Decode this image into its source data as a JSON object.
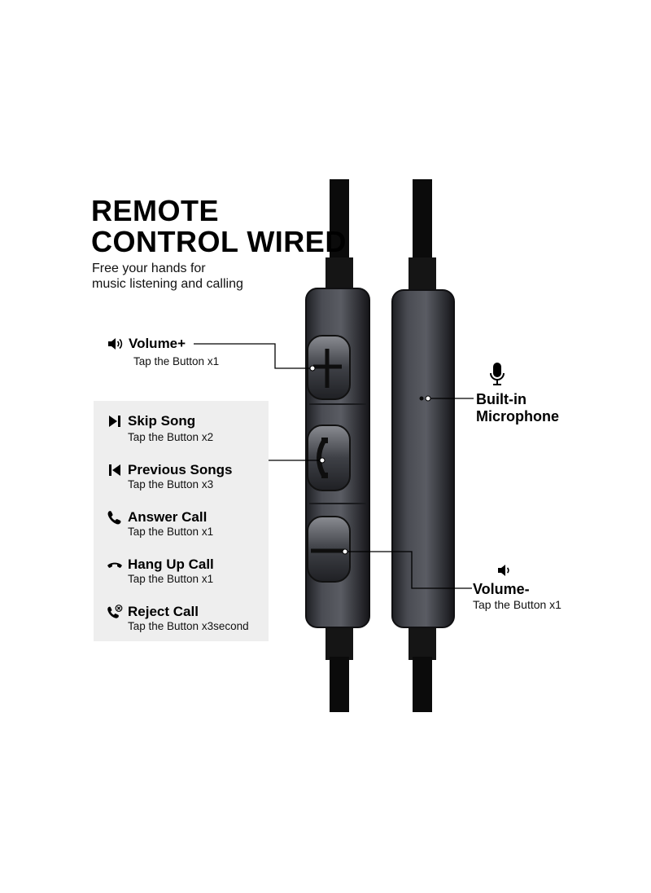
{
  "header": {
    "title_line1": "REMOTE",
    "title_line2": "CONTROL WIRED",
    "subtitle_line1": "Free your hands for",
    "subtitle_line2": "music listening and calling"
  },
  "volume_up": {
    "icon": "speaker-loud-icon",
    "label": "Volume+",
    "sub": "Tap the Button x1"
  },
  "functions": [
    {
      "icon": "skip-next-icon",
      "label": "Skip Song",
      "sub": "Tap the Button x2"
    },
    {
      "icon": "skip-previous-icon",
      "label": "Previous Songs",
      "sub": "Tap the Button x3"
    },
    {
      "icon": "phone-answer-icon",
      "label": "Answer Call",
      "sub": "Tap the Button x1"
    },
    {
      "icon": "phone-hangup-icon",
      "label": "Hang Up Call",
      "sub": "Tap the Button x1"
    },
    {
      "icon": "phone-reject-icon",
      "label": "Reject Call",
      "sub": "Tap the Button x3second"
    }
  ],
  "microphone": {
    "icon": "microphone-icon",
    "label_line1": "Built-in",
    "label_line2": "Microphone"
  },
  "volume_down": {
    "icon": "speaker-quiet-icon",
    "label": "Volume-",
    "sub": "Tap the Button x1"
  },
  "colors": {
    "panel": "#eeeeee",
    "cable": "#0b0b0b",
    "remote_body": "#3a3c42"
  }
}
